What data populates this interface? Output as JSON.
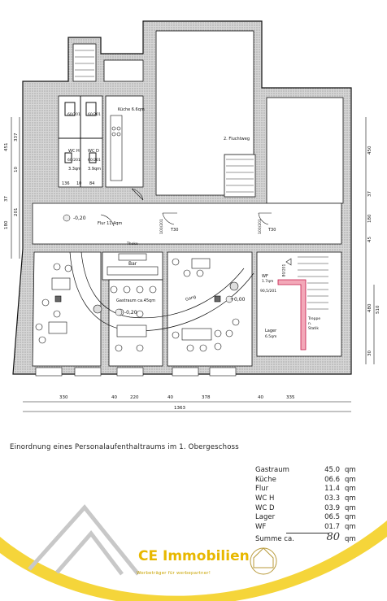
{
  "plan": {
    "dims_bottom": [
      "330",
      "40",
      "220",
      "40",
      "378",
      "40",
      "335"
    ],
    "dim_total": "1363",
    "dims_left": [
      "451",
      "337",
      "10",
      "37",
      "180",
      "201"
    ],
    "dims_right": [
      "450",
      "37",
      "180",
      "45",
      "480",
      "510",
      "30"
    ],
    "door_marks": [
      "T30",
      "T30"
    ],
    "rooms": {
      "kueche": "Küche 6.6qm",
      "fluchtweg": "2. Fluchtweg",
      "flur": "Flur 11.4qm",
      "wc_h": "WC H",
      "wc_h_area": "3.3qm",
      "wc_d": "WC D",
      "wc_d_area": "3.9qm",
      "bar": "Bar",
      "theke": "Theke",
      "gastraum": "Gastraum ca.45qm",
      "gang": "Gang",
      "wf": "WF",
      "wf_area": "1.7qm",
      "lager": "Lager",
      "lager_area": "6.5qm",
      "treppe": "Treppe",
      "treppe_sub1": "n.",
      "treppe_sub2": "Statik"
    },
    "levels": [
      "-0,20",
      "-0,20",
      "+0,00"
    ],
    "wc_dims": [
      "136",
      "10",
      "84"
    ],
    "door_codes": [
      "60/201",
      "60/201",
      "60/201",
      "60/201",
      "100/201",
      "100/201",
      "90,5/201",
      "80/201"
    ]
  },
  "caption": "Einordnung eines Personalaufenthaltraums im 1. Obergeschoss",
  "areas": [
    {
      "name": "Gastraum",
      "value": "45.0",
      "unit": "qm"
    },
    {
      "name": "Küche",
      "value": "06.6",
      "unit": "qm"
    },
    {
      "name": "Flur",
      "value": "11.4",
      "unit": "qm"
    },
    {
      "name": "WC H",
      "value": "03.3",
      "unit": "qm"
    },
    {
      "name": "WC D",
      "value": "03.9",
      "unit": "qm"
    },
    {
      "name": "Lager",
      "value": "06.5",
      "unit": "qm"
    },
    {
      "name": "WF",
      "value": "01.7",
      "unit": "qm"
    }
  ],
  "sum": {
    "name": "Summe ca.",
    "value": "80",
    "unit": "qm"
  },
  "brand": {
    "name": "CE Immobilien",
    "slogan": "Werbeträger für werbepartner!",
    "color": "#e8b800"
  }
}
